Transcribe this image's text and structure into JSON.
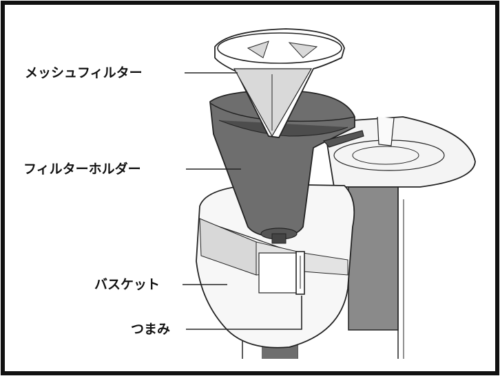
{
  "labels": {
    "mesh_filter": "メッシュフィルター",
    "filter_holder": "フィルターホルダー",
    "basket": "バスケット",
    "knob": "つまみ"
  },
  "colors": {
    "frame": "#111111",
    "holder": "#6e6e6e",
    "holder_dark": "#4d4d4d",
    "mesh": "#d9d9d9",
    "panel": "#8a8a8a",
    "line": "#222222"
  }
}
